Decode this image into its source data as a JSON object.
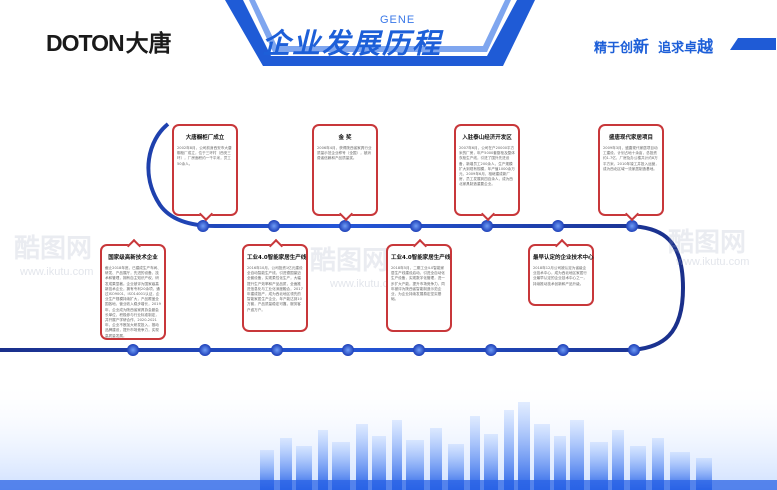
{
  "header": {
    "logo_latin": "DOTON",
    "logo_cn": "大唐",
    "title": "企业发展历程",
    "title_accent": "GENE",
    "slogan_a1": "精于创",
    "slogan_a2": "新",
    "slogan_b1": "追求卓",
    "slogan_b2": "越"
  },
  "milestones_top": [
    {
      "title": "大唐橱柜厂成立",
      "body": "2002年8月，公司前身西安市大唐橱柜厂成立，位于三环村（西安三环），厂房面积约一千平米，员工50余人。"
    },
    {
      "title": "金 奖",
      "body": "2006年4月，获得陕西省家具行业质量示范企业称号（全国），被消费者信赖和产品质量奖。"
    },
    {
      "title": "入驻泰山经济开发区",
      "body": "2007年6月，公司在户20000平方米的厂房，年产5000套厨柜及整体衣柜生产线，引进了国外先进设备，新增员工200余人，生产规模扩大到现有规模，年产值1000余万元，2009年6月，相继建成新厂房，员工发展到四百余人，成为西北家具制造重要企业。"
    },
    {
      "title": "盛唐现代家居项目",
      "body": "2009年3月，盛唐现代家居项目动工建设，计划占地十余亩，总投资约1.7亿，厂房及办公楼共计约8万平方米，2010年竣工并投入运营，成为西北区域一流家居制造基地。"
    }
  ],
  "milestones_bottom": [
    {
      "title": "国家级高新技术企业",
      "body": "截止2018年底，已建成生产车间、研发、产品展厅，先进的设备、技术和管理，拥有自主知识产权，研发成果显著。企业被评为国家级高新技术企业，拥有专利20余项，通过ISO9001、ISO14001认证，企业生产规模持续扩大，产品覆盖全国各地，营业收入稳步增长，2019年，企业成为陕西省家具协会副会长单位，积极参与行业标准制定，并开展产学研合作，2020-2021年，企业不断加大研发投入，推动品牌建设，提升市场竞争力，实现高质量发展。"
    },
    {
      "title": "工业4.0智能家居生产线",
      "body": "2016年10月，公司投资1亿元建设全自动智能生产线，引进德国豪迈全套设备，实现柔性化生产，大幅提升生产效率和产品品质，全面推进信息化与工业化深度融合，2017年建成投产，成为西北地区领先的智能家居生产企业，年产能达到10万套，产品质量稳定可靠，服务客户逾万户。"
    },
    {
      "title": "工业4.0智能家居生产线",
      "body": "2018年5月，二期工业4.0智能家居生产线建设启动，引进全自动化生产设备，实现数字化管理，进一步扩大产能，提升市场竞争力，同年被评为陕西省智能制造示范企业，为企业持续发展奠定坚实基础。"
    },
    {
      "title": "最早认定的企业技术中心",
      "body": "2018年12月公司被认定为省级企业技术中心，成为西北地区家居行业最早认定的企业技术中心之一，持续推动技术创新和产品升级。"
    }
  ],
  "watermark": {
    "mark": "酷图网",
    "url": "www.ikutu.com"
  }
}
